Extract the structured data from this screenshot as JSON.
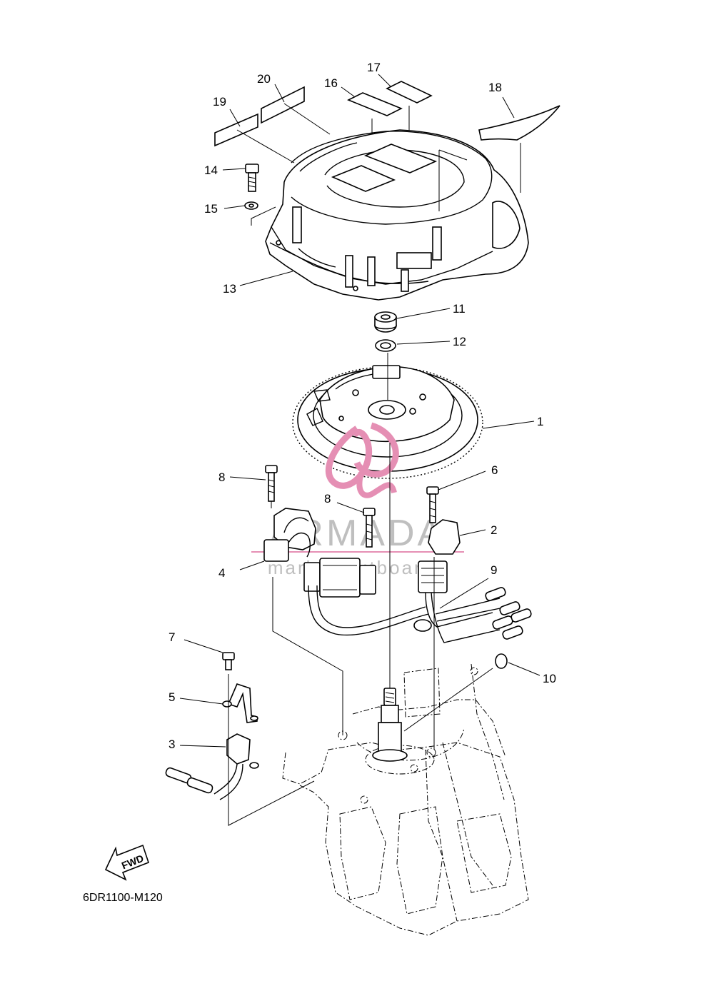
{
  "diagram": {
    "part_code": "6DR1100-M120",
    "fwd_label": "FWD",
    "watermark": {
      "brand": "ARMADA",
      "tagline": "marine outboards",
      "accent": "#e58fb4"
    },
    "callouts": [
      {
        "id": "c1",
        "label": "1"
      },
      {
        "id": "c2",
        "label": "2"
      },
      {
        "id": "c3",
        "label": "3"
      },
      {
        "id": "c4",
        "label": "4"
      },
      {
        "id": "c5",
        "label": "5"
      },
      {
        "id": "c6",
        "label": "6"
      },
      {
        "id": "c7",
        "label": "7"
      },
      {
        "id": "c8a",
        "label": "8"
      },
      {
        "id": "c8b",
        "label": "8"
      },
      {
        "id": "c9",
        "label": "9"
      },
      {
        "id": "c10",
        "label": "10"
      },
      {
        "id": "c11",
        "label": "11"
      },
      {
        "id": "c12",
        "label": "12"
      },
      {
        "id": "c13",
        "label": "13"
      },
      {
        "id": "c14",
        "label": "14"
      },
      {
        "id": "c15",
        "label": "15"
      },
      {
        "id": "c16",
        "label": "16"
      },
      {
        "id": "c17",
        "label": "17"
      },
      {
        "id": "c18",
        "label": "18"
      },
      {
        "id": "c19",
        "label": "19"
      },
      {
        "id": "c20",
        "label": "20"
      }
    ]
  }
}
